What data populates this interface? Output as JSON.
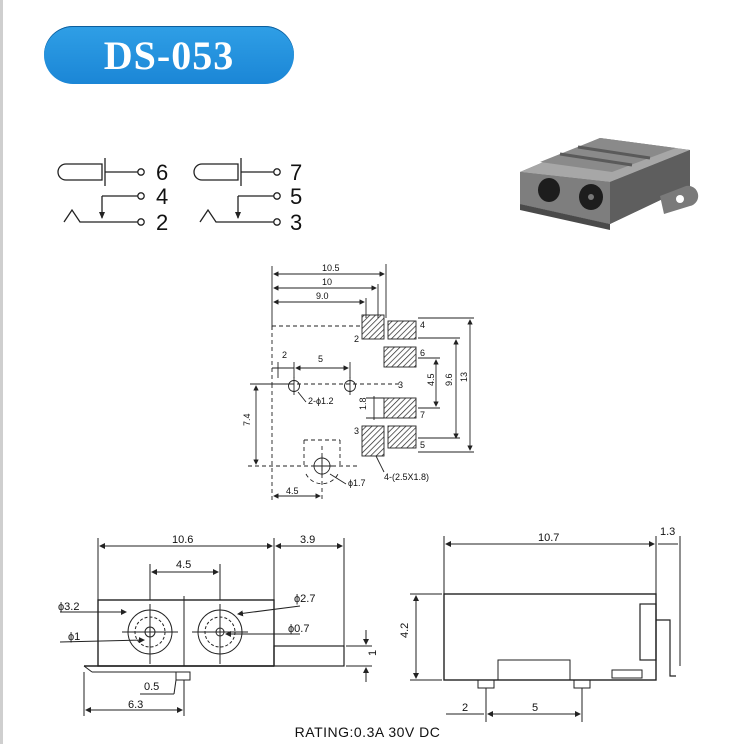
{
  "title": "DS-053",
  "pins": {
    "p6": "6",
    "p7": "7",
    "p4": "4",
    "p5": "5",
    "p2": "2",
    "p3": "3"
  },
  "top_view": {
    "d105": "10.5",
    "d10": "10",
    "d90": "9.0",
    "d2": "2",
    "d5": "5",
    "d74": "7.4",
    "d45": "4.5",
    "d45v": "4.5",
    "d96": "9.6",
    "d13": "13",
    "d18": "1.8",
    "holes": "2-ϕ1.2",
    "hole_big": "ϕ1.7",
    "pads": "4-(2.5X1.8)",
    "pad_labels": {
      "l2": "2",
      "l4": "4",
      "l6": "6",
      "l7": "7",
      "l3": "3",
      "l5": "5",
      "l3b": "3"
    }
  },
  "front_view": {
    "d106": "10.6",
    "d39": "3.9",
    "d45": "4.5",
    "phi32": "ϕ3.2",
    "phi1": "ϕ1",
    "phi27": "ϕ2.7",
    "phi07": "ϕ0.7",
    "d05": "0.5",
    "d63": "6.3",
    "d1": "1"
  },
  "side_view": {
    "d107": "10.7",
    "d13": "1.3",
    "d42": "4.2",
    "d2": "2",
    "d5": "5"
  },
  "rating": "RATING:0.3A 30V DC"
}
